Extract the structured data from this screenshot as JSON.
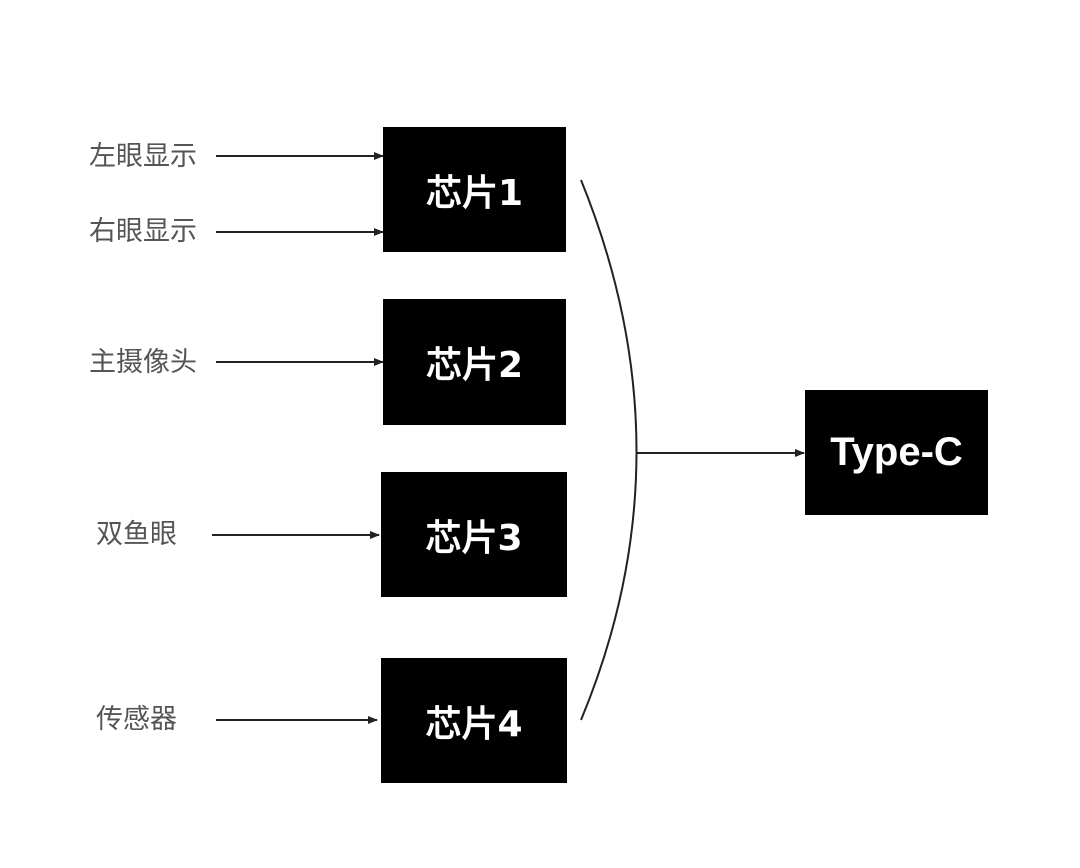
{
  "inputs": {
    "left_display": "左眼显示",
    "right_display": "右眼显示",
    "main_camera": "主摄像头",
    "dual_fisheye": "双鱼眼",
    "sensor": "传感器"
  },
  "chips": {
    "chip1": "芯片1",
    "chip2": "芯片2",
    "chip3": "芯片3",
    "chip4": "芯片4"
  },
  "output": {
    "label": "Type-C"
  },
  "colors": {
    "box_fill": "#000000",
    "box_text": "#ffffff",
    "label_text": "#555555",
    "line": "#222222"
  }
}
